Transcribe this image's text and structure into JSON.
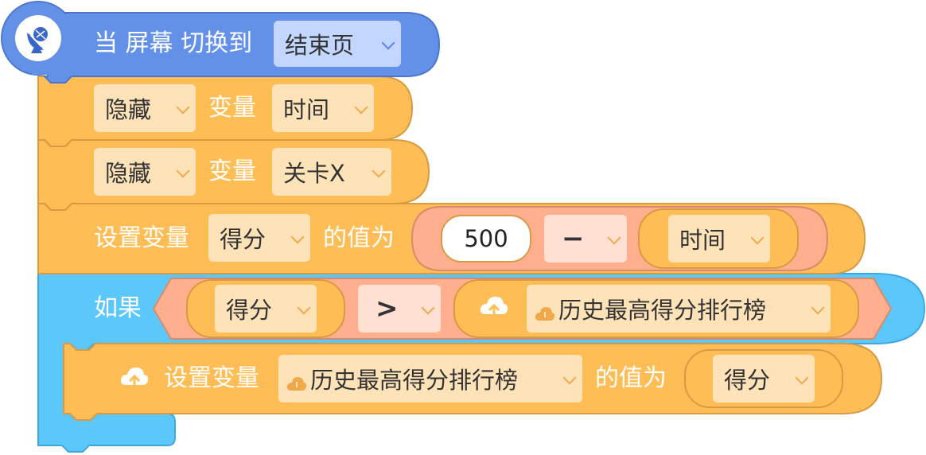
{
  "colors": {
    "event": "#6491e8",
    "variable": "#ffbd55",
    "operator": "#ffae8e",
    "control": "#5cc7fb"
  },
  "event_block": {
    "label": "当 屏幕 切换到",
    "screen": "结束页",
    "icon": "satellite-dish-icon"
  },
  "block1": {
    "action": "隐藏",
    "label": "变量",
    "variable": "时间"
  },
  "block2": {
    "action": "隐藏",
    "label": "变量",
    "variable": "关卡X"
  },
  "block3": {
    "prefix": "设置变量",
    "variable": "得分",
    "suffix": "的值为",
    "number": "500",
    "operator": "−",
    "operand": "时间"
  },
  "if_block": {
    "label": "如果",
    "left": "得分",
    "comparator": ">",
    "leaderboard": "历史最高得分排行榜",
    "icon": "cloud-upload-icon"
  },
  "inner_block": {
    "prefix": "设置变量",
    "leaderboard": "历史最高得分排行榜",
    "suffix": "的值为",
    "value": "得分",
    "icon": "cloud-upload-icon"
  }
}
